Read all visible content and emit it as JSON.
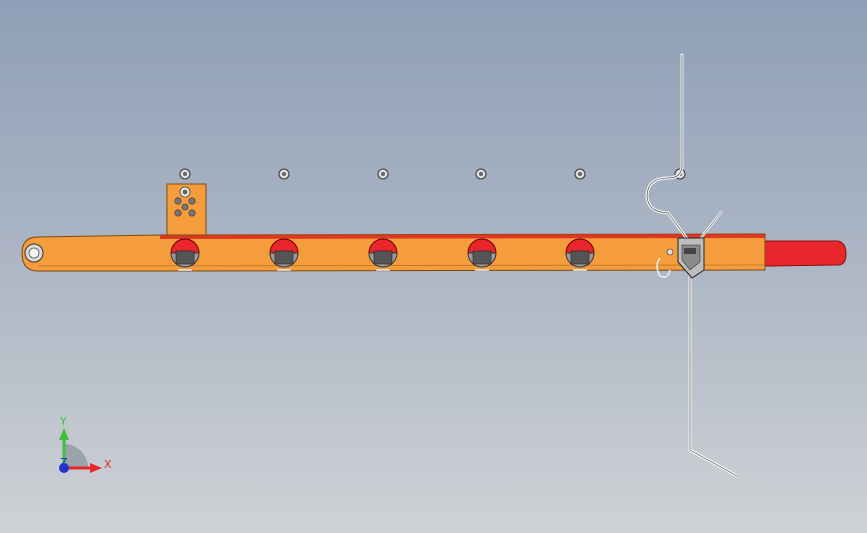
{
  "triad": {
    "x_label": "X",
    "y_label": "Y",
    "z_label": "Z",
    "x_color": "#e8262b",
    "y_color": "#3fbf3f",
    "z_color": "#2233cc"
  },
  "colors": {
    "bar_orange": "#f59d3c",
    "cap_red": "#e8262b",
    "steel_gray": "#9a9a9a",
    "wire_white": "#f4f4f4"
  },
  "parts": {
    "clamp_count": 5
  }
}
